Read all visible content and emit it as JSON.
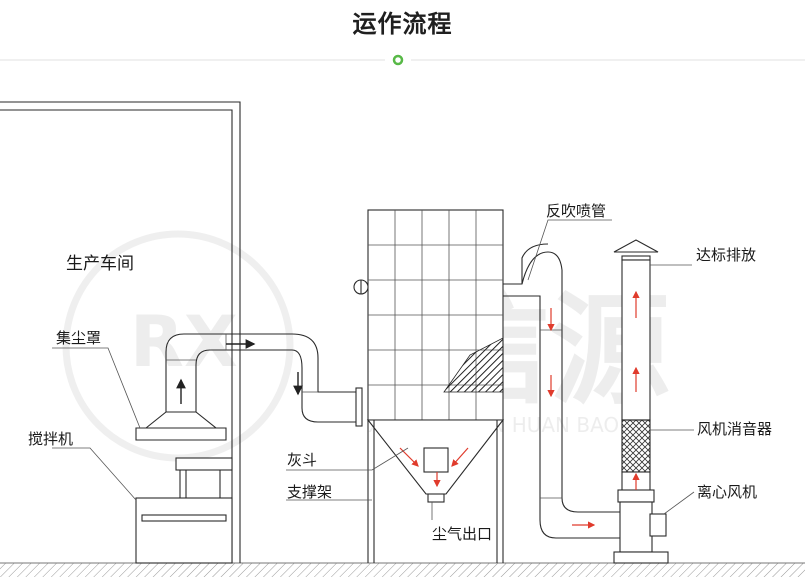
{
  "title": "运作流程",
  "labels": {
    "workshop": "生产车间",
    "hood": "集尘罩",
    "mixer": "搅拌机",
    "hopper": "灰斗",
    "support": "支撑架",
    "dust_outlet": "尘气出口",
    "blow_pipe": "反吹喷管",
    "discharge": "达标排放",
    "silencer": "风机消音器",
    "fan": "离心风机"
  },
  "watermark": {
    "brand": "信源",
    "pinyin": "XIN XIN YUAN HUAN BAO"
  },
  "colors": {
    "accent": "#58b947",
    "arrow": "#e03b2c",
    "line": "#2a2a2a"
  }
}
